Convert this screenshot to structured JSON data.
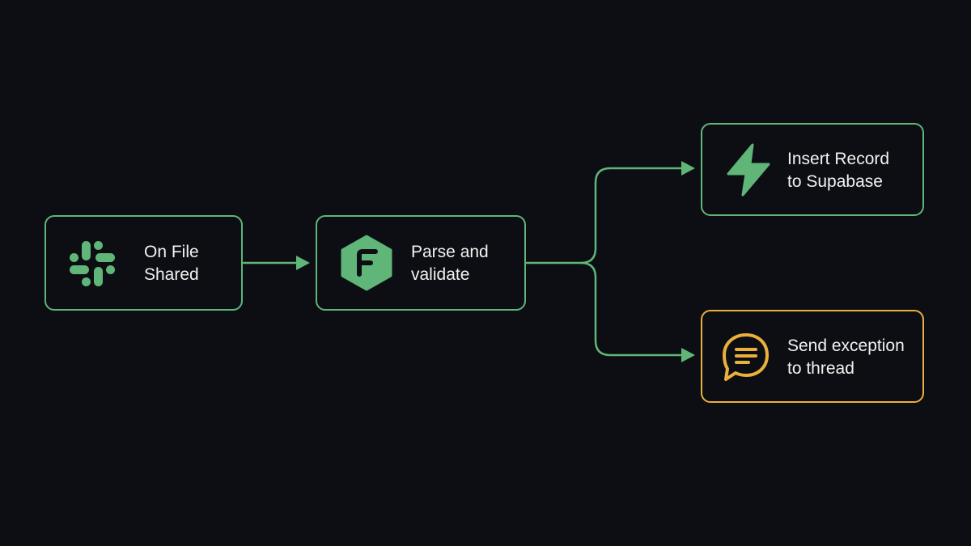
{
  "colors": {
    "background": "#0c0e13",
    "accent_green": "#5fb678",
    "accent_amber": "#eab03c",
    "text": "#f1f3f2"
  },
  "nodes": {
    "trigger": {
      "label": "On File\nShared",
      "icon": "slack-icon"
    },
    "parse": {
      "label": "Parse and\nvalidate",
      "icon": "hexagon-f-logo-icon"
    },
    "insert": {
      "label": "Insert Record\nto Supabase",
      "icon": "supabase-bolt-icon"
    },
    "exception": {
      "label": "Send exception\nto thread",
      "icon": "chat-bubble-icon"
    }
  },
  "edges": [
    {
      "from": "trigger",
      "to": "parse"
    },
    {
      "from": "parse",
      "to": "insert"
    },
    {
      "from": "parse",
      "to": "exception"
    }
  ]
}
